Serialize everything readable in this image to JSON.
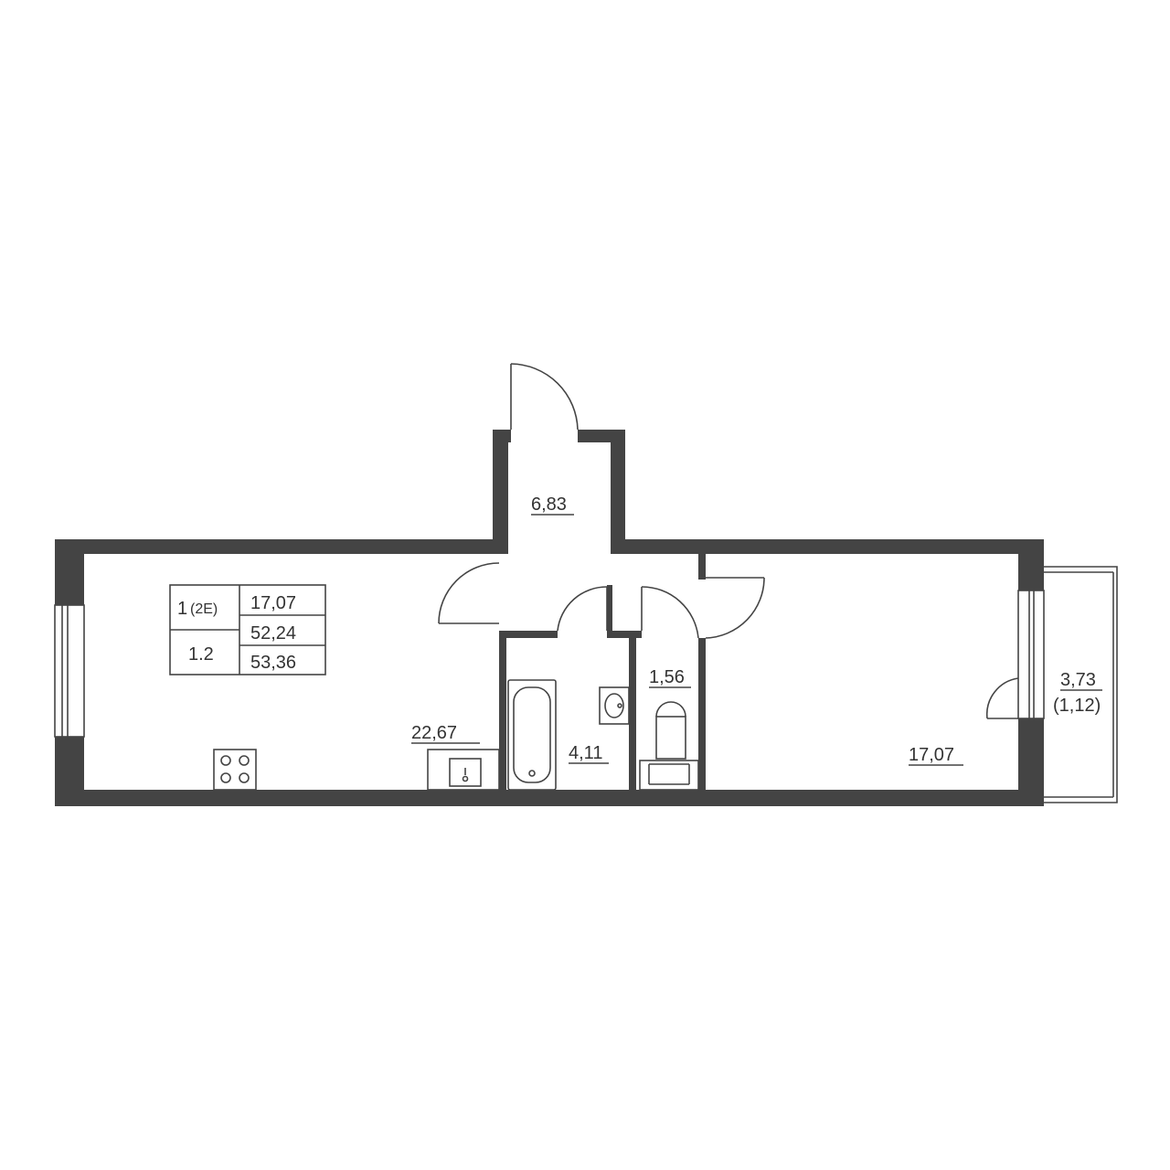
{
  "summary": {
    "rooms": "1",
    "type": "(2E)",
    "floor": "1.2",
    "living_area": "17,07",
    "total_area": "52,24",
    "total_with_balcony": "53,36"
  },
  "rooms": {
    "hall": "6,83",
    "kitchen_living": "22,67",
    "bathroom": "4,11",
    "toilet": "1,56",
    "bedroom": "17,07",
    "balcony": "3,73",
    "balcony_reduced": "(1,12)"
  },
  "colors": {
    "wall": "#444444",
    "line": "#444444",
    "text": "#333333"
  }
}
